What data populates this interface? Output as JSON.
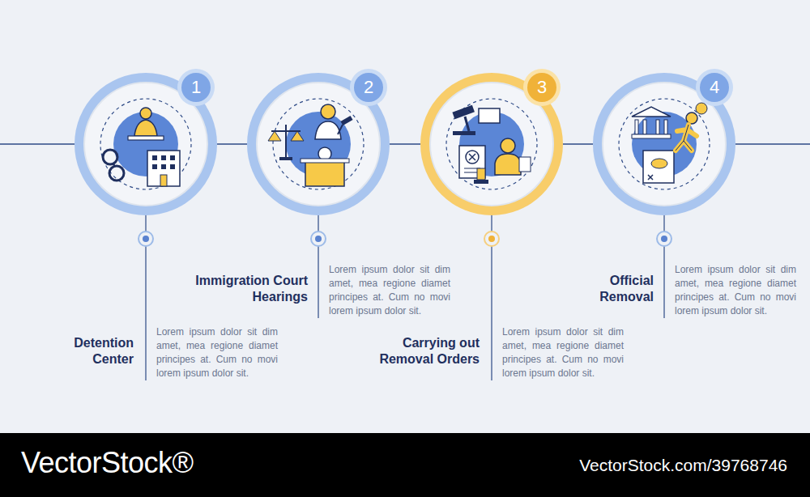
{
  "diagram": {
    "nodes": [
      {
        "text": [
          "1",
          "Detention Center",
          "Lorem ipsum dolor sit dim amet, mea regione diamet principes at. Cum no movi lorem ipsum dolor sit."
        ]
      },
      {
        "text": [
          "2",
          "Immigration Court Hearings",
          "Lorem ipsum dolor sit dim amet, mea regione diamet principes at. Cum no movi lorem ipsum dolor sit."
        ]
      },
      {
        "text": [
          "3",
          "Carrying out Removal Orders",
          "Lorem ipsum dolor sit dim amet, mea regione diamet principes at. Cum no movi lorem ipsum dolor sit."
        ]
      },
      {
        "text": [
          "4",
          "Official Removal",
          "Lorem ipsum dolor sit dim amet, mea regione diamet principes at. Cum no movi lorem ipsum dolor sit."
        ]
      }
    ],
    "edges": [
      {
        "from": 0,
        "to": 1,
        "arrow": "none"
      },
      {
        "from": 1,
        "to": 2,
        "arrow": "none"
      },
      {
        "from": 2,
        "to": 3,
        "arrow": "none"
      }
    ],
    "labels": [
      "VectorStock®",
      "VectorStock.com/39768746"
    ]
  }
}
